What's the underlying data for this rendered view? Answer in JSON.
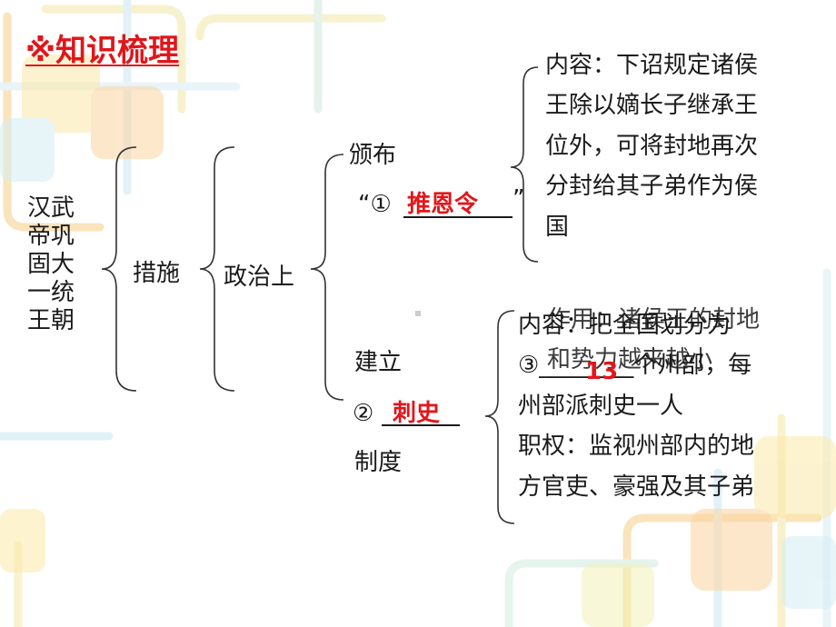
{
  "title": "※知识梳理",
  "root": {
    "lines": [
      "汉武",
      "帝巩",
      "固大",
      "一统",
      "王朝"
    ]
  },
  "level1": "措施",
  "level2": "政治上",
  "branch_a": {
    "line1": "颁布",
    "quote_open": "“①",
    "quote_close": "”",
    "answer": "推恩令",
    "content_lines": [
      "内容：下诏规定诸侯",
      "王除以嫡长子继承王",
      "位外，可将封地再次",
      "分封给其子弟作为侯",
      "国"
    ]
  },
  "branch_b": {
    "line1": "建立",
    "num": "②",
    "answer": "刺史",
    "line3": "制度",
    "overlap_lines": [
      "作用：诸侯王的封地",
      "和势力越来越小"
    ],
    "content_lines": [
      "内容：把全国划分为",
      "③________个州部，每",
      "州部派刺史一人",
      "职权：监视州部内的地",
      "方官吏、豪强及其子弟"
    ],
    "answer3": "13"
  },
  "colors": {
    "title": "#e0161a",
    "answer": "#e3161b",
    "bg_tile_a": "#fde9a8",
    "bg_tile_b": "#fdd5a0"
  }
}
